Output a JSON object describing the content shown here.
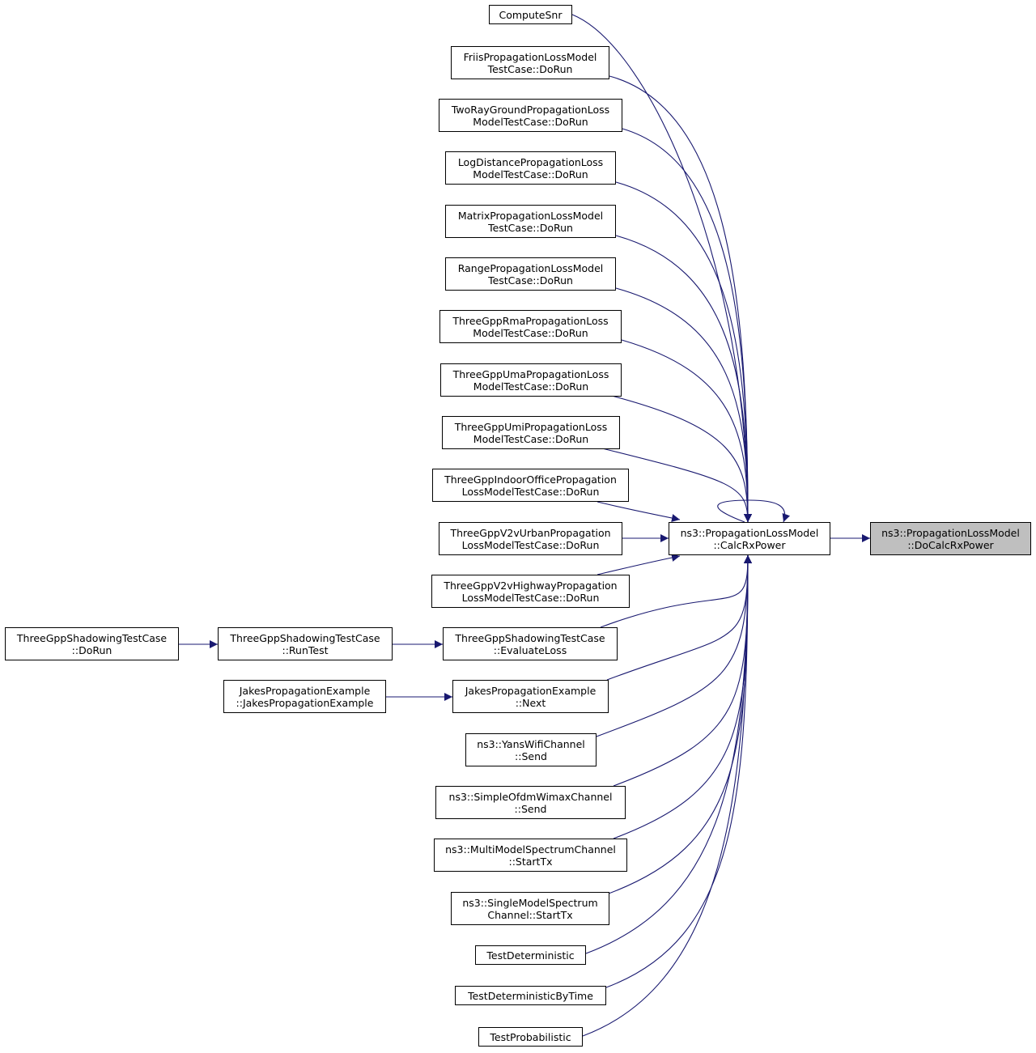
{
  "graph": {
    "edge_color": "#191970",
    "nodes": {
      "focus": {
        "line1": "ns3::PropagationLossModel",
        "line2": "::DoCalcRxPower"
      },
      "calc": {
        "line1": "ns3::PropagationLossModel",
        "line2": "::CalcRxPower"
      },
      "computesnr": {
        "line1": "ComputeSnr",
        "line2": ""
      },
      "friis": {
        "line1": "FriisPropagationLossModel",
        "line2": "TestCase::DoRun"
      },
      "tworay": {
        "line1": "TwoRayGroundPropagationLoss",
        "line2": "ModelTestCase::DoRun"
      },
      "logdist": {
        "line1": "LogDistancePropagationLoss",
        "line2": "ModelTestCase::DoRun"
      },
      "matrix": {
        "line1": "MatrixPropagationLossModel",
        "line2": "TestCase::DoRun"
      },
      "range": {
        "line1": "RangePropagationLossModel",
        "line2": "TestCase::DoRun"
      },
      "rma": {
        "line1": "ThreeGppRmaPropagationLoss",
        "line2": "ModelTestCase::DoRun"
      },
      "uma": {
        "line1": "ThreeGppUmaPropagationLoss",
        "line2": "ModelTestCase::DoRun"
      },
      "umi": {
        "line1": "ThreeGppUmiPropagationLoss",
        "line2": "ModelTestCase::DoRun"
      },
      "indoor": {
        "line1": "ThreeGppIndoorOfficePropagation",
        "line2": "LossModelTestCase::DoRun"
      },
      "v2vurban": {
        "line1": "ThreeGppV2vUrbanPropagation",
        "line2": "LossModelTestCase::DoRun"
      },
      "v2vhighway": {
        "line1": "ThreeGppV2vHighwayPropagation",
        "line2": "LossModelTestCase::DoRun"
      },
      "evalloss": {
        "line1": "ThreeGppShadowingTestCase",
        "line2": "::EvaluateLoss"
      },
      "runtest": {
        "line1": "ThreeGppShadowingTestCase",
        "line2": "::RunTest"
      },
      "shadowrun": {
        "line1": "ThreeGppShadowingTestCase",
        "line2": "::DoRun"
      },
      "jakesnext": {
        "line1": "JakesPropagationExample",
        "line2": "::Next"
      },
      "jakesctor": {
        "line1": "JakesPropagationExample",
        "line2": "::JakesPropagationExample"
      },
      "yans": {
        "line1": "ns3::YansWifiChannel",
        "line2": "::Send"
      },
      "wimax": {
        "line1": "ns3::SimpleOfdmWimaxChannel",
        "line2": "::Send"
      },
      "multimodel": {
        "line1": "ns3::MultiModelSpectrumChannel",
        "line2": "::StartTx"
      },
      "singlemodel": {
        "line1": "ns3::SingleModelSpectrum",
        "line2": "Channel::StartTx"
      },
      "testdet": {
        "line1": "TestDeterministic",
        "line2": ""
      },
      "testdettime": {
        "line1": "TestDeterministicByTime",
        "line2": ""
      },
      "testprob": {
        "line1": "TestProbabilistic",
        "line2": ""
      }
    }
  }
}
